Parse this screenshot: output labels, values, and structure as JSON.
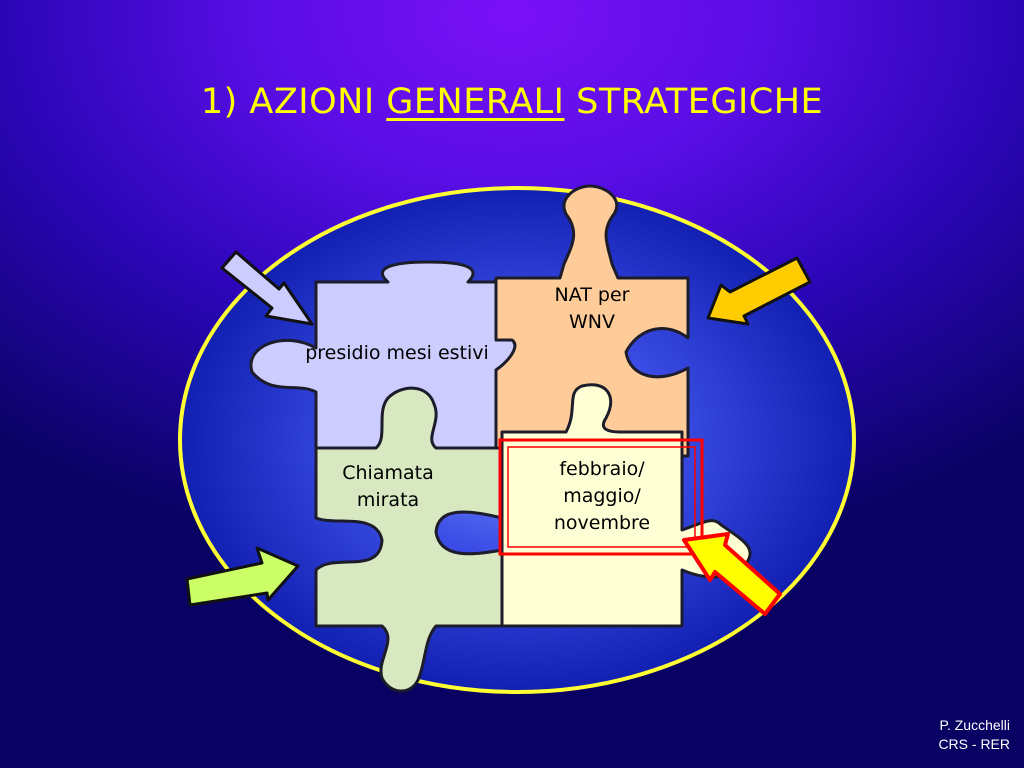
{
  "title": {
    "part1": "1) AZIONI ",
    "part2": "GENERALI",
    "part3": " STRATEGICHE"
  },
  "pieces": {
    "presidio": "presidio mesi estivi",
    "nat": {
      "line1": "NAT per",
      "line2": "WNV"
    },
    "chiamata": {
      "line1": "Chiamata",
      "line2": "mirata"
    },
    "febbraio": {
      "line1": "febbraio/",
      "line2": "maggio/",
      "line3": "novembre"
    }
  },
  "credit": {
    "line1": "P. Zucchelli",
    "line2": "CRS - RER"
  },
  "colors": {
    "title": "#ffff00",
    "ellipse_border": "#ffff33",
    "piece_presidio": "#ccccff",
    "piece_nat": "#ffcc99",
    "piece_chiamata": "#d8e8c0",
    "piece_febbraio": "#ffffd6",
    "arrow_lavender": "#ccccff",
    "arrow_orange": "#ffcc00",
    "arrow_green": "#ccff66",
    "arrow_yellow": "#ffff00",
    "highlight_box": "#ff0000"
  }
}
